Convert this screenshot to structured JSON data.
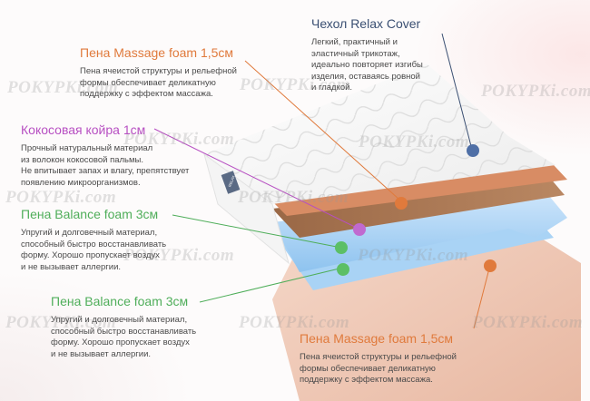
{
  "colors": {
    "orange": "#e07a3c",
    "navy": "#3a4f72",
    "violet": "#b74fc2",
    "green": "#4fae5a",
    "cover_dot": "#4f6fa6"
  },
  "brand_tag": "RELAX",
  "callouts": {
    "cover": {
      "title": "Чехол Relax Cover",
      "desc": "Легкий, практичный и\nэластичный трикотаж,\nидеально повторяет изгибы\nизделия, оставаясь ровной\nи гладкой."
    },
    "massage_top": {
      "title": "Пена Massage foam 1,5см",
      "desc": "Пена ячеистой структуры и рельефной\nформы обеспечивает деликатную\nподдержку с эффектом массажа."
    },
    "coir": {
      "title": "Кокосовая койра 1см",
      "desc": "Прочный натуральный материал\nиз волокон кокосовой пальмы.\nНе впитывает запах и влагу, препятствует\nпоявлению микроорганизмов."
    },
    "balance_1": {
      "title": "Пена Balance foam 3см",
      "desc": "Упругий и долговечный материал,\nспособный быстро восстанавливать\nформу. Хорошо пропускает воздух\nи не вызывает аллергии."
    },
    "balance_2": {
      "title": "Пена Balance foam 3см",
      "desc": "Упругий и долговечный материал,\nспособный быстро восстанавливать\nформу. Хорошо пропускает воздух\nи не вызывает аллергии."
    },
    "massage_bottom": {
      "title": "Пена Massage foam 1,5см",
      "desc": "Пена ячеистой структуры и рельефной\nформы обеспечивает деликатную\nподдержку с эффектом массажа."
    }
  },
  "watermarks": [
    "POKYPKi.com",
    "POKYPKi.com",
    "POKYPKi.com",
    "POKYPKi.com",
    "POKYPKi.com",
    "POKYPKi.com",
    "POKYPKi.com",
    "POKYPKi.com",
    "POKYPKi.com",
    "POKYPKi.com",
    "POKYPKi.com",
    "POKYPKi.com"
  ]
}
